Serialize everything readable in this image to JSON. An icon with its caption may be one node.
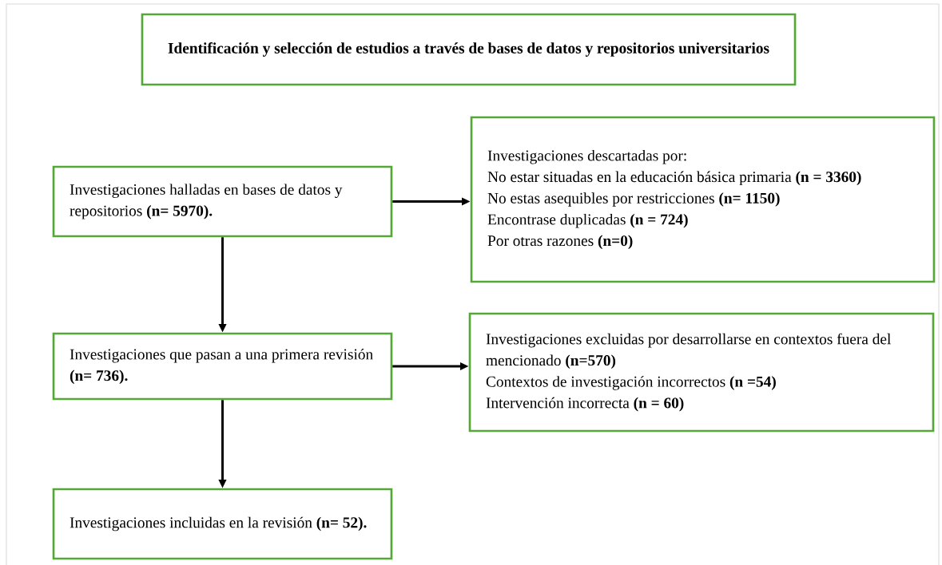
{
  "diagram": {
    "nodes": [
      {
        "text": [
          "Identificación y selección de estudios a través de bases de datos y repositorios universitarios"
        ]
      },
      {
        "text": [
          "Investigaciones halladas en bases de datos y repositorios **(n= 5970).**"
        ]
      },
      {
        "text": [
          "Investigaciones descartadas por:",
          "No estar situadas en la educación básica primaria **(n = 3360)**",
          "No estas asequibles por restricciones **(n= 1150)**",
          "Encontrase duplicadas **(n = 724)**",
          "Por otras razones **(n=0)**"
        ]
      },
      {
        "text": [
          "Investigaciones que pasan a una primera revisión **(n= 736).**"
        ]
      },
      {
        "text": [
          "Investigaciones excluidas por desarrollarse en contextos fuera del mencionado **(n=570)**",
          "Contextos de investigación incorrectos **(n =54)**",
          "Intervención incorrecta **(n = 60)**"
        ]
      },
      {
        "text": [
          "Investigaciones incluidas en la revisión **(n= 52).**"
        ]
      }
    ],
    "edges": [
      {
        "from": 1,
        "to": 2,
        "arrow": "to"
      },
      {
        "from": 1,
        "to": 3,
        "arrow": "to"
      },
      {
        "from": 3,
        "to": 4,
        "arrow": "to"
      },
      {
        "from": 3,
        "to": 5,
        "arrow": "to"
      }
    ]
  }
}
